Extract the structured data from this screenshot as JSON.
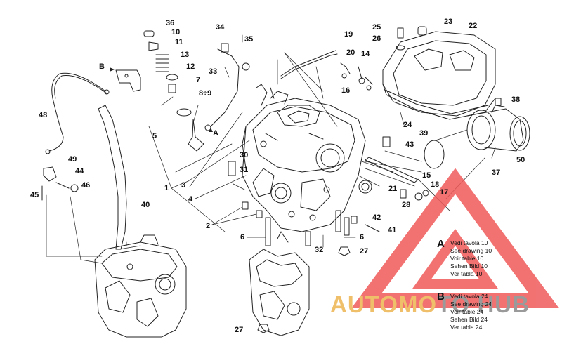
{
  "callouts": {
    "n1": "1",
    "n2": "2",
    "n3": "3",
    "n4": "4",
    "n5": "5",
    "n6a": "6",
    "n6b": "6",
    "n7": "7",
    "n8_9": "8÷9",
    "n10": "10",
    "n11": "11",
    "n12": "12",
    "n13": "13",
    "n14": "14",
    "n15": "15",
    "n16": "16",
    "n17": "17",
    "n18": "18",
    "n19": "19",
    "n20": "20",
    "n21": "21",
    "n22": "22",
    "n23": "23",
    "n24": "24",
    "n25": "25",
    "n26": "26",
    "n27a": "27",
    "n27b": "27",
    "n28": "28",
    "n30": "30",
    "n31": "31",
    "n32": "32",
    "n33": "33",
    "n34": "34",
    "n35": "35",
    "n36": "36",
    "n37": "37",
    "n38": "38",
    "n39": "39",
    "n40": "40",
    "n41": "41",
    "n42": "42",
    "n43": "43",
    "n44": "44",
    "n45": "45",
    "n46": "46",
    "n48": "48",
    "n49": "49",
    "n50": "50",
    "markerB": "B",
    "markerA": "A"
  },
  "references": {
    "a": {
      "letter": "A",
      "lines": [
        "Vedi tavola 10",
        "See drawing 10",
        "Voir table 10",
        "Sehen Bild 10",
        "Ver tabla 10"
      ]
    },
    "b": {
      "letter": "B",
      "lines": [
        "Vedi tavola 24",
        "See drawing 24",
        "Voir table 24",
        "Sehen Bild 24",
        "Ver tabla 24"
      ]
    }
  },
  "watermark": {
    "part1": "AUTOMO",
    "part2": "TO",
    "part3": "HUB",
    "colors": {
      "triangle": "#f05a5a",
      "text_warm": "#f0bf6a",
      "text_grey": "#9a9a9a"
    }
  }
}
